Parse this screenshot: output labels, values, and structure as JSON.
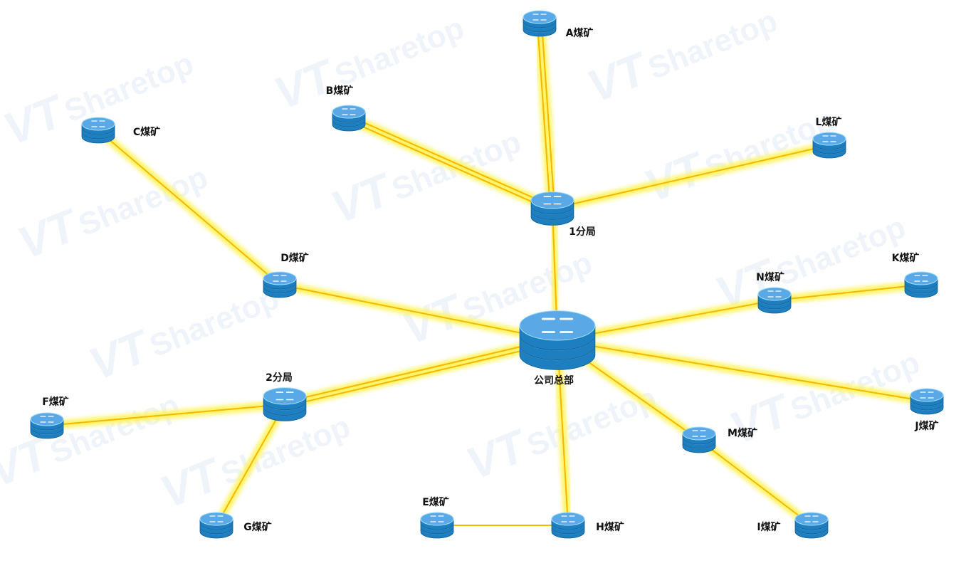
{
  "watermark": {
    "mark": "VT",
    "text": "Sharetop"
  },
  "colors": {
    "link": "#f5b800",
    "glow": "#fff35a",
    "router_top": "#5aa8e6",
    "router_side": "#1e7fc0"
  },
  "nodes": [
    {
      "id": "hq",
      "label": "公司总部",
      "size": "large"
    },
    {
      "id": "b1",
      "label": "1分局",
      "size": "medium"
    },
    {
      "id": "b2",
      "label": "2分局",
      "size": "medium"
    },
    {
      "id": "A",
      "label": "A煤矿"
    },
    {
      "id": "B",
      "label": "B煤矿"
    },
    {
      "id": "C",
      "label": "C煤矿"
    },
    {
      "id": "D",
      "label": "D煤矿"
    },
    {
      "id": "E",
      "label": "E煤矿"
    },
    {
      "id": "F",
      "label": "F煤矿"
    },
    {
      "id": "G",
      "label": "G煤矿"
    },
    {
      "id": "H",
      "label": "H煤矿"
    },
    {
      "id": "I",
      "label": "I煤矿"
    },
    {
      "id": "J",
      "label": "J煤矿"
    },
    {
      "id": "K",
      "label": "K煤矿"
    },
    {
      "id": "L",
      "label": "L煤矿"
    },
    {
      "id": "M",
      "label": "M煤矿"
    },
    {
      "id": "N",
      "label": "N煤矿"
    }
  ],
  "links": [
    {
      "from": "hq",
      "to": "b1"
    },
    {
      "from": "b1",
      "to": "A",
      "double": true
    },
    {
      "from": "b1",
      "to": "B",
      "double": true
    },
    {
      "from": "b1",
      "to": "L"
    },
    {
      "from": "hq",
      "to": "D"
    },
    {
      "from": "D",
      "to": "C"
    },
    {
      "from": "hq",
      "to": "N"
    },
    {
      "from": "N",
      "to": "K"
    },
    {
      "from": "hq",
      "to": "J"
    },
    {
      "from": "hq",
      "to": "M"
    },
    {
      "from": "M",
      "to": "I"
    },
    {
      "from": "hq",
      "to": "H"
    },
    {
      "from": "H",
      "to": "E"
    },
    {
      "from": "hq",
      "to": "b2",
      "double": true
    },
    {
      "from": "b2",
      "to": "F"
    },
    {
      "from": "b2",
      "to": "G"
    }
  ]
}
